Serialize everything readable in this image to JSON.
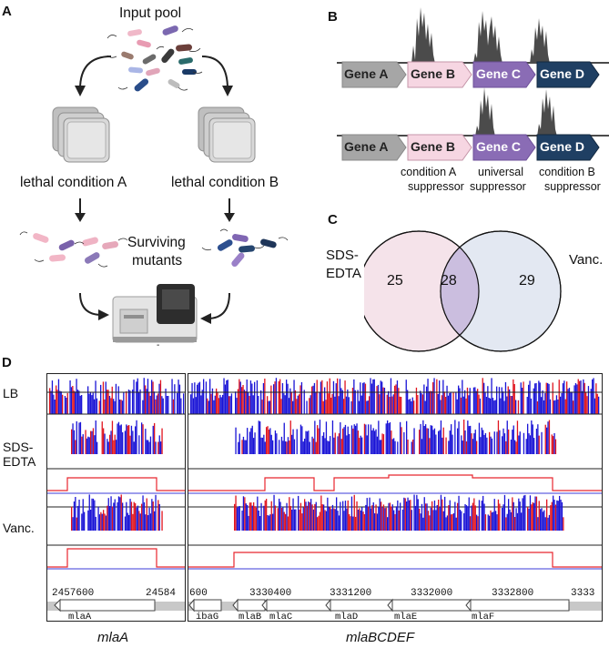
{
  "panels": {
    "a": "A",
    "b": "B",
    "c": "C",
    "d": "D"
  },
  "panel_a": {
    "input_pool": "Input pool",
    "condition_a": "lethal condition A",
    "condition_b": "lethal condition B",
    "surviving_line1": "Surviving",
    "surviving_line2": "mutants",
    "machine_label": "-"
  },
  "panel_b": {
    "genes": [
      "Gene A",
      "Gene B",
      "Gene C",
      "Gene D"
    ],
    "captions": [
      {
        "line1": "condition A",
        "line2": "suppressor"
      },
      {
        "line1": "universal",
        "line2": "suppressor"
      },
      {
        "line1": "condition B",
        "line2": "suppressor"
      }
    ],
    "colors": {
      "gene_a": "#a6a6a6",
      "gene_b": "#f6d6e2",
      "gene_c": "#8a6cb5",
      "gene_d": "#1f3f63",
      "peaks": "#4b4b4b"
    }
  },
  "panel_c": {
    "left_label_line1": "SDS-",
    "left_label_line2": "EDTA",
    "right_label": "Vanc.",
    "left_only": "25",
    "overlap": "28",
    "right_only": "29",
    "colors": {
      "left": "#f5e3ea",
      "right": "#e3e8f2",
      "overlap": "#cbbedf"
    }
  },
  "panel_d": {
    "track_labels": [
      "LB",
      "SDS-",
      "EDTA",
      "Vanc."
    ],
    "left_ticks": [
      "2457600",
      "24584"
    ],
    "right_ticks": [
      "600",
      "3330400",
      "3331200",
      "3332000",
      "3332800",
      "3333"
    ],
    "left_genes": [
      "mlaA"
    ],
    "right_genes": [
      "ibaG",
      "mlaB",
      "mlaC",
      "mlaD",
      "mlaE",
      "mlaF"
    ],
    "bottom_left": "mlaA",
    "bottom_right": "mlaBCDEF",
    "colors": {
      "reads_blue": "#1a14d6",
      "reads_red": "#e0141e",
      "segment": "#e8262e",
      "baseline": "#3b3bd8"
    }
  }
}
